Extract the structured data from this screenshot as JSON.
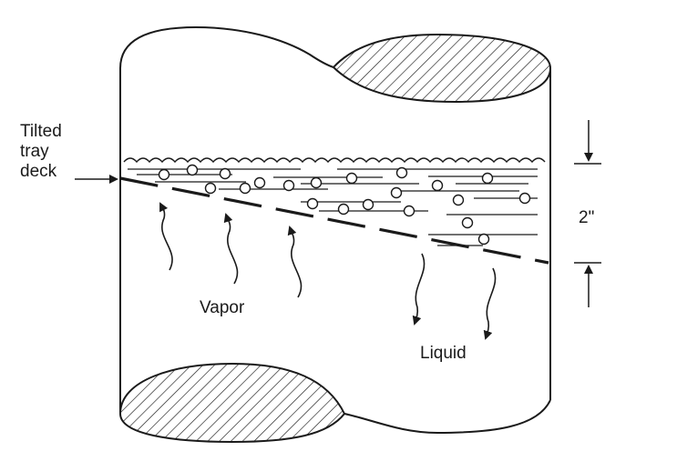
{
  "labels": {
    "tilted_tray_deck": [
      "Tilted",
      "tray",
      "deck"
    ],
    "vapor": "Vapor",
    "liquid": "Liquid",
    "dimension": "2\""
  },
  "colors": {
    "stroke": "#1a1a1a",
    "background": "#ffffff"
  },
  "icons": {
    "arrow": "arrow-icon",
    "bubble": "bubble-icon",
    "hatch": "hatch-pattern"
  }
}
